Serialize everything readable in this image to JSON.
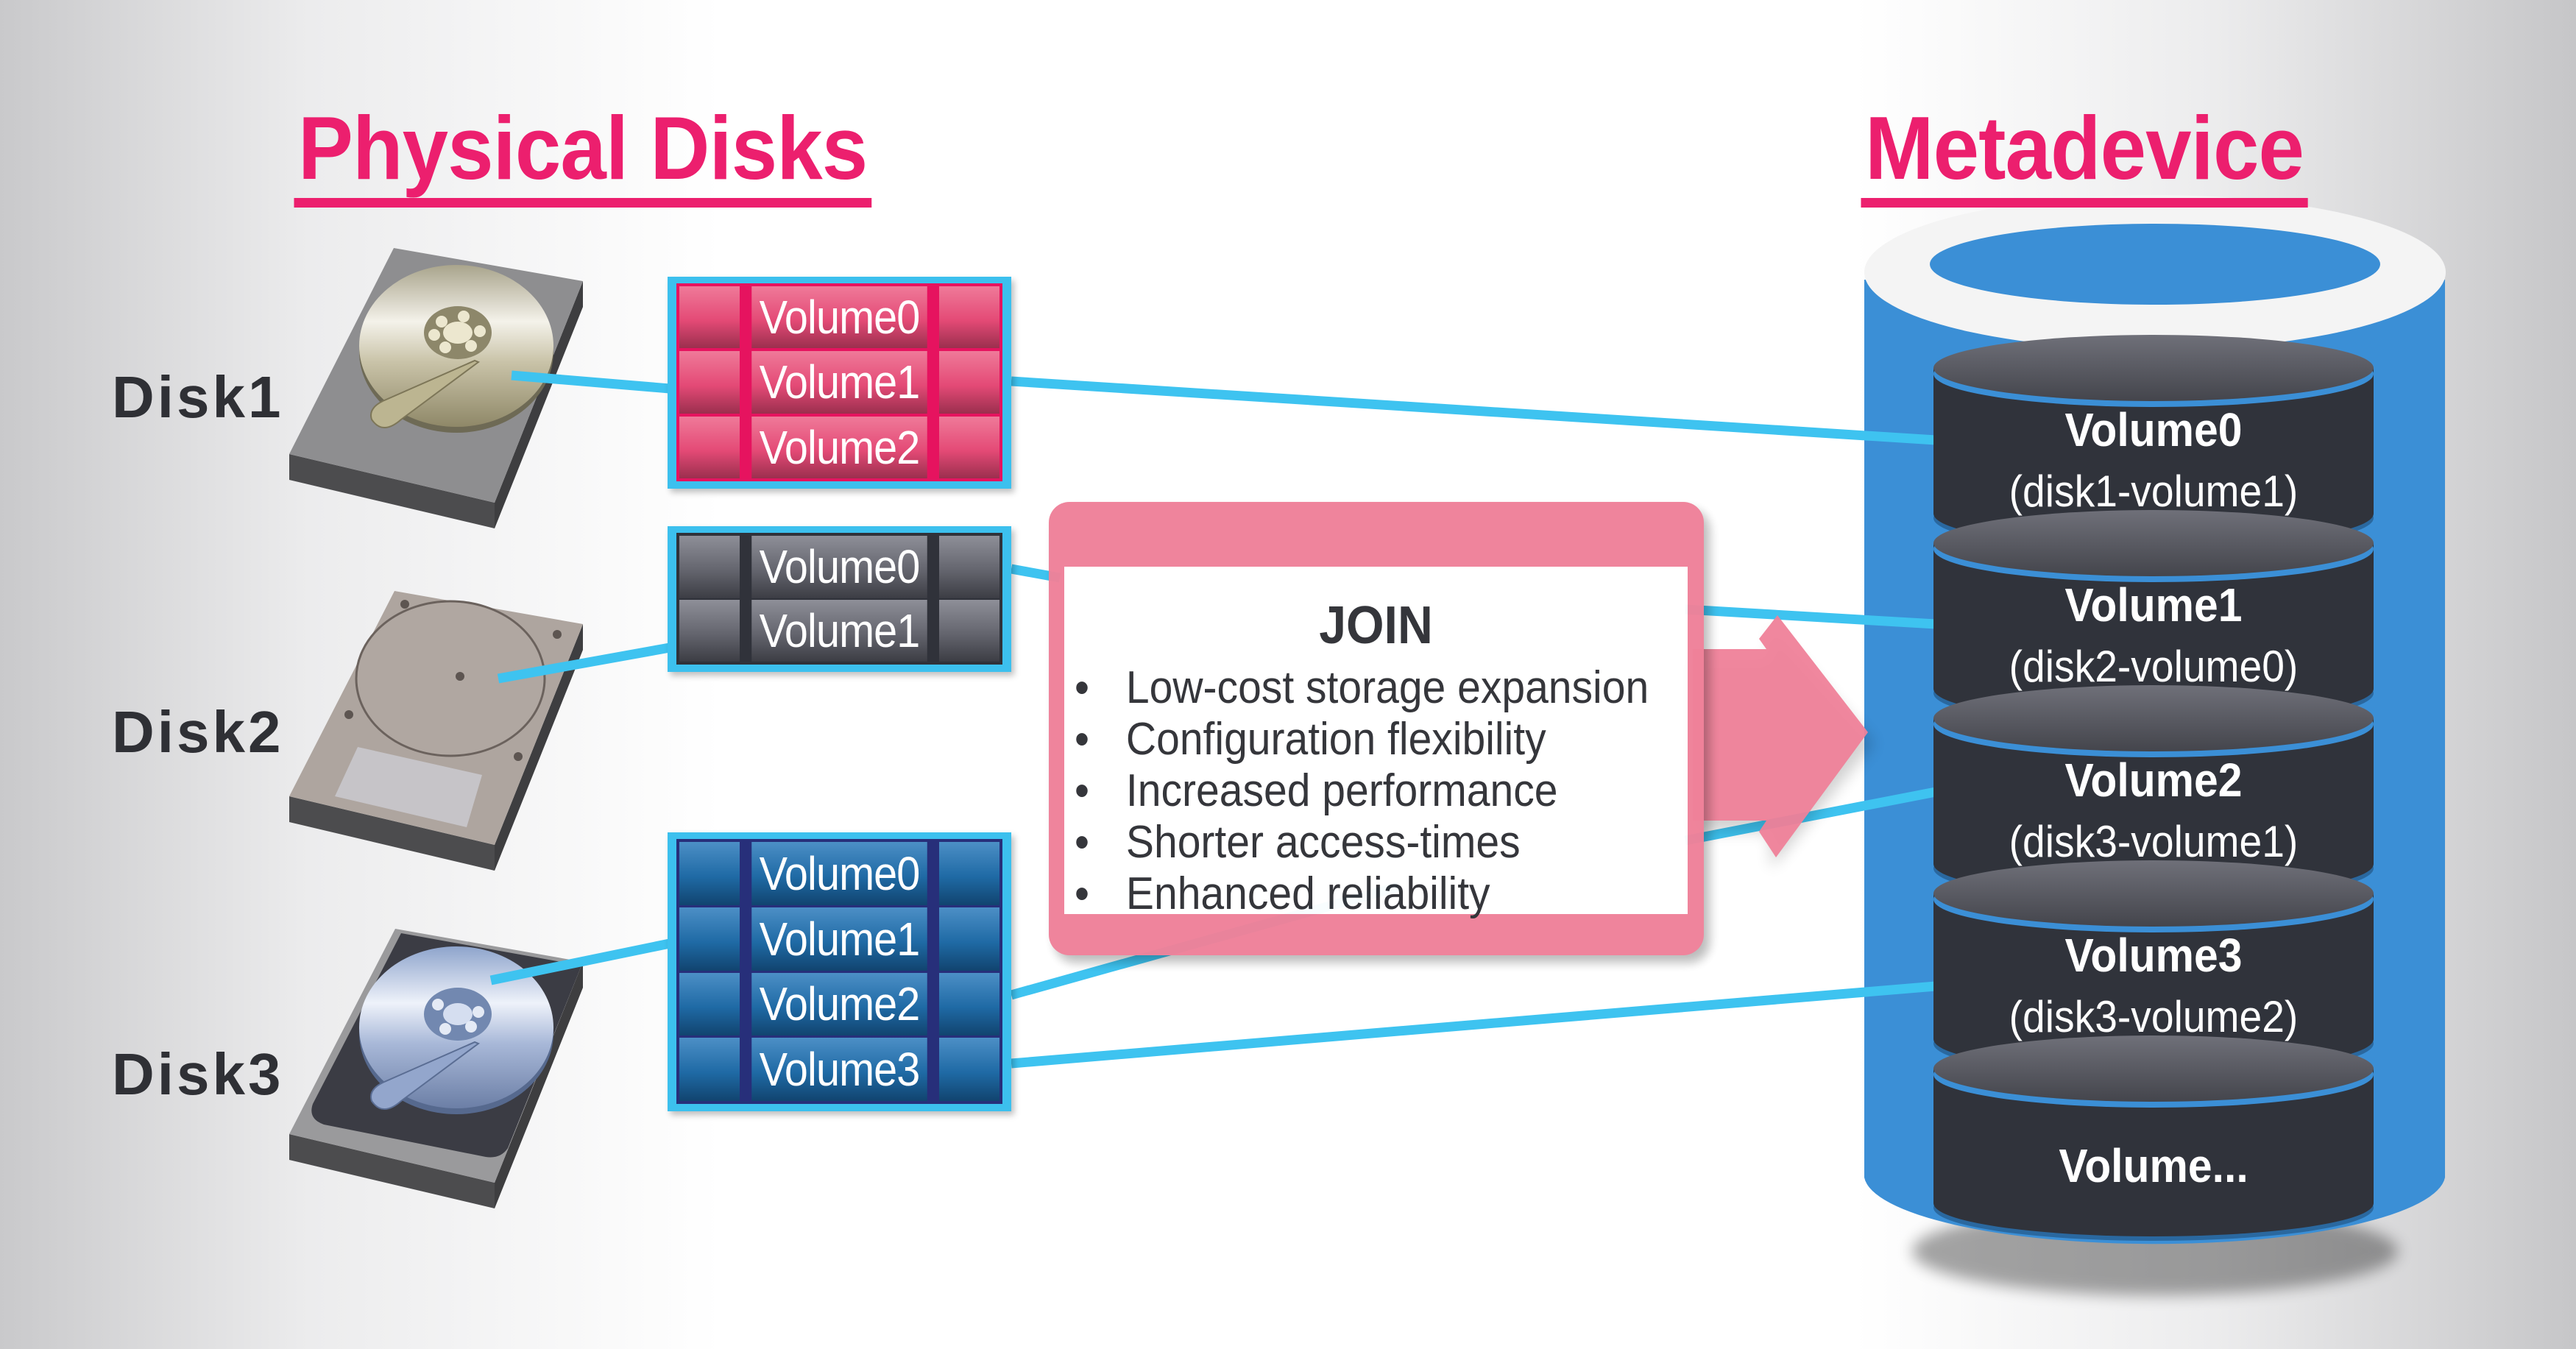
{
  "headings": {
    "physical_disks": "Physical Disks",
    "metadevice": "Metadevice"
  },
  "colors": {
    "heading": "#ec1f6e",
    "connector": "#3ec3f0",
    "cylinder": "#3b8fd6",
    "join_box": "#ef8199",
    "slab": "#30333b"
  },
  "disks": [
    {
      "label": "Disk1",
      "style": "pink",
      "icon": "hard-drive-gold-icon",
      "volumes": [
        "Volume0",
        "Volume1",
        "Volume2"
      ]
    },
    {
      "label": "Disk2",
      "style": "gray",
      "icon": "hard-drive-closed-icon",
      "volumes": [
        "Volume0",
        "Volume1"
      ]
    },
    {
      "label": "Disk3",
      "style": "blue",
      "icon": "hard-drive-blue-icon",
      "volumes": [
        "Volume0",
        "Volume1",
        "Volume2",
        "Volume3"
      ]
    }
  ],
  "join": {
    "title": "JOIN",
    "bullet": "•",
    "benefits": [
      "Low-cost storage expansion",
      "Configuration flexibility",
      "Increased performance",
      "Shorter access-times",
      "Enhanced reliability"
    ]
  },
  "metadevice": {
    "volumes": [
      {
        "name": "Volume0",
        "source": "(disk1-volume1)"
      },
      {
        "name": "Volume1",
        "source": "(disk2-volume0)"
      },
      {
        "name": "Volume2",
        "source": "(disk3-volume1)"
      },
      {
        "name": "Volume3",
        "source": "(disk3-volume2)"
      },
      {
        "name": "Volume...",
        "source": ""
      }
    ]
  },
  "mappings": [
    {
      "from": "Disk1 Volume1",
      "to": "Metadevice Volume0"
    },
    {
      "from": "Disk2 Volume0",
      "to": "Metadevice Volume1"
    },
    {
      "from": "Disk3 Volume2",
      "to": "Metadevice Volume2"
    },
    {
      "from": "Disk3 Volume3",
      "to": "Metadevice Volume3"
    }
  ]
}
